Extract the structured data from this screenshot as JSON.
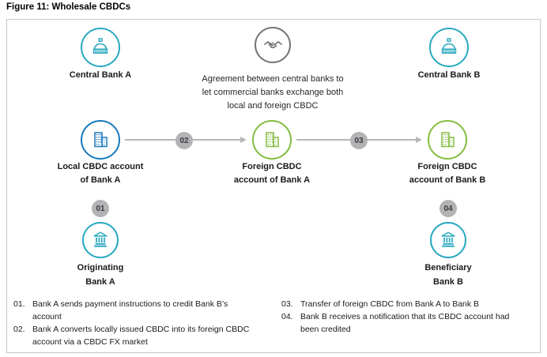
{
  "figure_title": "Figure 11: Wholesale CBDCs",
  "colors": {
    "teal": "#29a9bf",
    "blue": "#1879be",
    "green": "#85bc41",
    "gray_icon": "#5e6166",
    "badge_bg": "#b3b3b5",
    "arrow": "#b5b8ba",
    "frame_border": "#c6c7c9"
  },
  "row1": {
    "central_bank_a": {
      "label": "Central Bank A",
      "icon": "capitol-icon"
    },
    "agreement": {
      "icon": "handshake-icon",
      "lines": [
        "Agreement between central banks to",
        "let commercial banks exchange both",
        "local and foreign CBDC"
      ]
    },
    "central_bank_b": {
      "label": "Central Bank B",
      "icon": "capitol-icon"
    }
  },
  "row2": {
    "local_cbdc_a": {
      "lines": [
        "Local CBDC account",
        "of Bank A"
      ],
      "icon": "office-buildings-icon"
    },
    "step2_badge": "02",
    "foreign_cbdc_a": {
      "lines": [
        "Foreign CBDC",
        "account of Bank A"
      ],
      "icon": "office-buildings-icon"
    },
    "step3_badge": "03",
    "foreign_cbdc_b": {
      "lines": [
        "Foreign CBDC",
        "account of Bank B"
      ],
      "icon": "office-buildings-icon"
    }
  },
  "row3": {
    "step1_badge": "01",
    "originating_bank_a": {
      "lines": [
        "Originating",
        "Bank A"
      ],
      "icon": "bank-columns-icon"
    },
    "step4_badge": "04",
    "beneficiary_bank_b": {
      "lines": [
        "Beneficiary",
        "Bank B"
      ],
      "icon": "bank-columns-icon"
    }
  },
  "footnotes": {
    "left": [
      {
        "num": "01.",
        "lines": [
          "Bank A sends payment instructions to credit Bank B’s",
          "account"
        ]
      },
      {
        "num": "02.",
        "lines": [
          "Bank A converts locally issued CBDC into its foreign CBDC",
          "account via a CBDC FX market"
        ]
      }
    ],
    "right": [
      {
        "num": "03.",
        "lines": [
          "Transfer of foreign CBDC from Bank A to Bank B"
        ]
      },
      {
        "num": "04.",
        "lines": [
          "Bank B receives a notification that its CBDC account had",
          "been credited"
        ]
      }
    ]
  }
}
